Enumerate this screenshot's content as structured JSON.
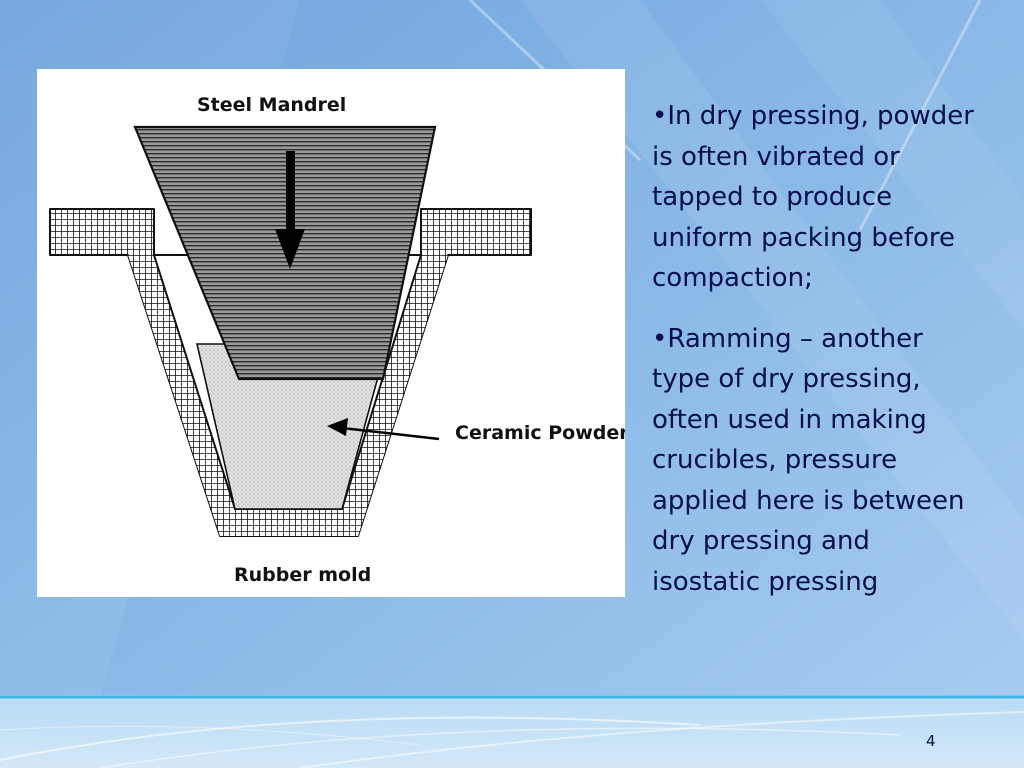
{
  "diagram": {
    "labels": {
      "steel_mandrel": "Steel Mandrel",
      "ceramic_powder": "Ceramic Powder",
      "rubber_mold": "Rubber mold"
    }
  },
  "bullets": [
    {
      "text": "•In dry pressing, powder is often vibrated or tapped to produce uniform packing before compaction;"
    },
    {
      "text": "•Ramming – another type of dry pressing, often used in making crucibles, pressure applied here is between dry pressing and isostatic pressing"
    }
  ],
  "slide_number": "4"
}
